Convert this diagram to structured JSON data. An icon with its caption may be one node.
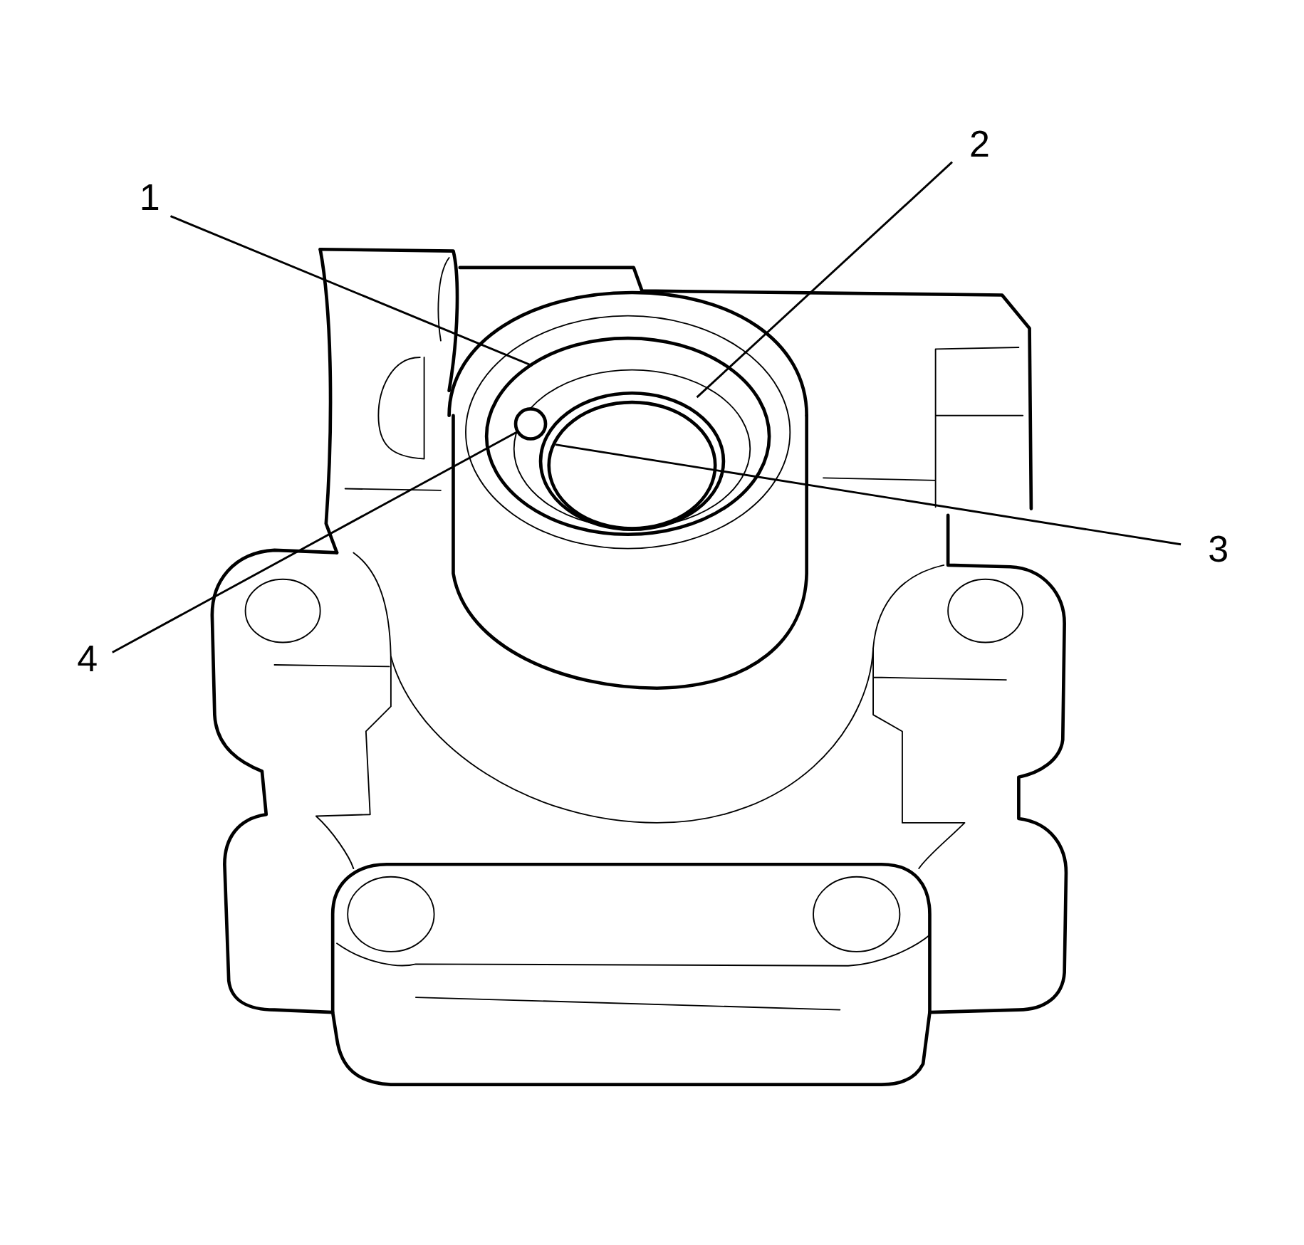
{
  "diagram": {
    "nodes": [
      {
        "text": [
          "1"
        ]
      },
      {
        "text": [
          "2"
        ]
      },
      {
        "text": [
          "3"
        ]
      },
      {
        "text": [
          "4"
        ]
      },
      {
        "text": [],
        "shape": "circle"
      }
    ],
    "edges": [
      {
        "from": 0,
        "to": null,
        "arrow": "none"
      },
      {
        "from": 1,
        "to": null,
        "arrow": "none"
      },
      {
        "from": 2,
        "to": null,
        "arrow": "none"
      },
      {
        "from": 3,
        "to": 4,
        "arrow": "none"
      }
    ]
  }
}
